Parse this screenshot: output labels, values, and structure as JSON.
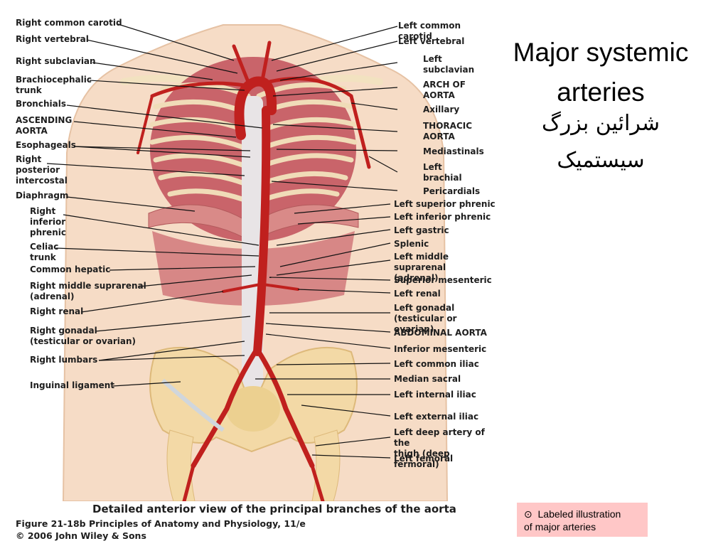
{
  "slide": {
    "title_line1": "Major systemic",
    "title_line2": "arteries",
    "persian_line1": "شرائین بزرگ",
    "persian_line2": "سیستمیک"
  },
  "note": {
    "bullet_icon": "circle-dot-icon",
    "text_line1": "Labeled illustration",
    "text_line2": "of major arteries"
  },
  "figure": {
    "caption_main": "Detailed anterior view of the principal branches of the aorta",
    "caption_figure": "Figure 21-18b  Principles of Anatomy and Physiology, 11/e",
    "caption_copyright": "© 2006 John Wiley & Sons",
    "labels_left": [
      "Right common carotid",
      "Right vertebral",
      "Right subclavian",
      "Brachiocephalic\ntrunk",
      "Bronchials",
      "ASCENDING\nAORTA",
      "Esophageals",
      "Right\nposterior\nintercostal",
      "Diaphragm",
      "Right\ninferior\nphrenic",
      "Celiac\ntrunk",
      "Common hepatic",
      "Right middle suprarenal\n(adrenal)",
      "Right renal",
      "Right gonadal\n(testicular or ovarian)",
      "Right lumbars",
      "Inguinal ligament"
    ],
    "labels_right": [
      "Left common carotid",
      "Left vertebral",
      "Left\nsubclavian",
      "ARCH OF\nAORTA",
      "Axillary",
      "THORACIC\nAORTA",
      "Mediastinals",
      "Left\nbrachial",
      "Pericardials",
      "Left superior phrenic",
      "Left inferior phrenic",
      "Left gastric",
      "Splenic",
      "Left middle suprarenal\n(adrenal)",
      "Superior mesenteric",
      "Left renal",
      "Left gonadal\n(testicular or ovarian)",
      "ABDOMINAL AORTA",
      "Inferior mesenteric",
      "Left common iliac",
      "Median sacral",
      "Left internal iliac",
      "Left external iliac",
      "Left deep artery of the\nthigh (deep fermoral)",
      "Left femoral"
    ]
  }
}
